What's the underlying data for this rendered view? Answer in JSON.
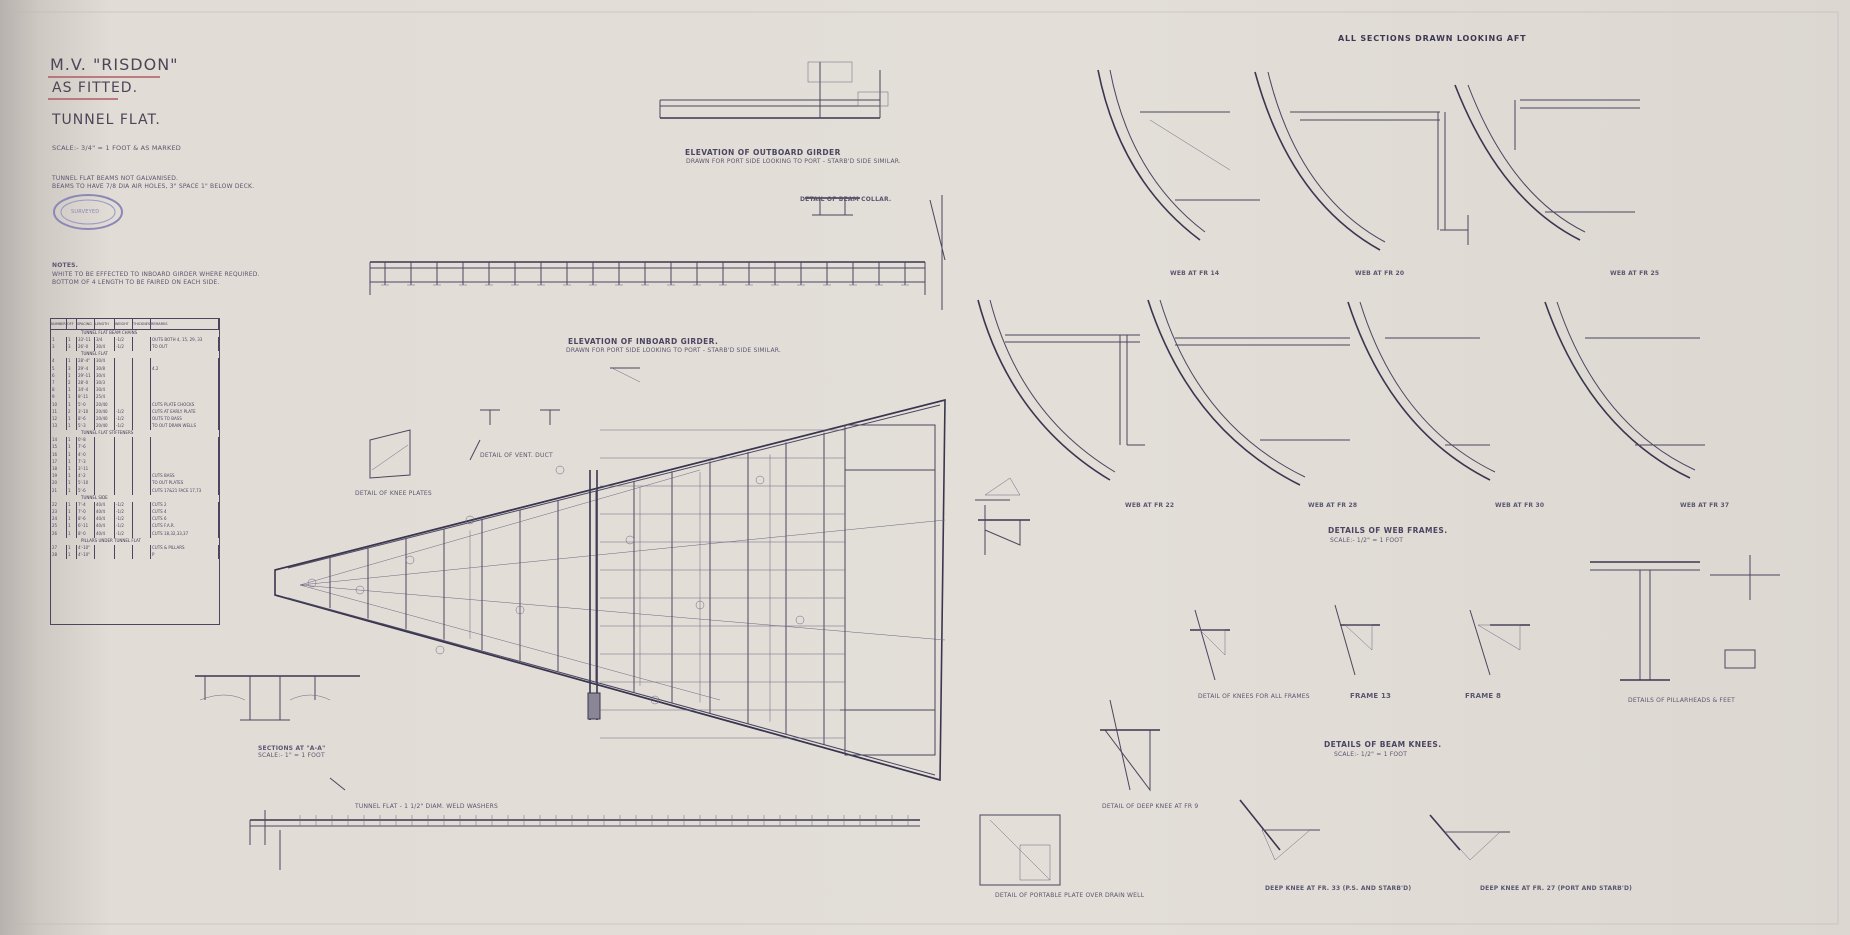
{
  "title_block": {
    "vessel": "M.V. \"RISDON\"",
    "status": "AS FITTED.",
    "drawing": "TUNNEL FLAT.",
    "scale": "SCALE:- 3/4\" = 1 FOOT & AS MARKED",
    "note_line1": "TUNNEL FLAT BEAMS NOT GALVANISED.",
    "note_line2": "BEAMS TO HAVE 7/8 DIA AIR HOLES, 3\" SPACE 1\" BELOW DECK.",
    "notes_header": "NOTES.",
    "notes_line1": "WHITE TO BE EFFECTED TO INBOARD GIRDER WHERE REQUIRED.",
    "notes_line2": "BOTTOM OF 4 LENGTH TO BE FAIRED ON EACH SIDE."
  },
  "headings": {
    "sections": "ALL SECTIONS DRAWN LOOKING AFT",
    "outboard_girder": "ELEVATION OF OUTBOARD GIRDER",
    "outboard_girder_sub": "DRAWN FOR PORT SIDE LOOKING TO PORT - STARB'D SIDE SIMILAR.",
    "beam_collar": "DETAIL OF BEAM COLLAR.",
    "inboard_girder": "ELEVATION OF INBOARD GIRDER.",
    "inboard_girder_sub": "DRAWN FOR PORT SIDE LOOKING TO PORT - STARB'D SIDE SIMILAR.",
    "web_frames": "DETAILS OF WEB FRAMES.",
    "web_frames_scale": "SCALE:- 1/2\" = 1 FOOT",
    "beam_knees": "DETAILS OF BEAM KNEES.",
    "beam_knees_scale": "SCALE:- 1/2\" = 1 FOOT",
    "section_aa": "SECTIONS AT \"A-A\"",
    "section_aa_scale": "SCALE:- 1\" = 1 FOOT",
    "tunnel_plan": "TUNNEL FLAT - 1 1/2\" DIAM. WELD WASHERS",
    "deep_knee_33": "DEEP KNEE AT FR. 33 (P.S. AND STARB'D)",
    "deep_knee_27": "DEEP KNEE AT FR. 27 (PORT AND STARB'D)",
    "frame_13": "FRAME 13",
    "frame_8": "FRAME 8",
    "knees_all_frames": "DETAIL OF KNEES FOR ALL FRAMES",
    "pillar_heads": "DETAILS OF PILLARHEADS & FEET",
    "portable_plate": "DETAIL OF PORTABLE PLATE OVER DRAIN WELL",
    "deep_knee_9": "DETAIL OF DEEP KNEE AT FR 9",
    "knee_ends": "DETAIL OF KNEE PLATES",
    "ventilation": "DETAIL OF VENT. DUCT"
  },
  "web_labels": {
    "w1": "WEB AT FR 14",
    "w2": "WEB AT FR 20",
    "w3": "WEB AT FR 25",
    "w4": "WEB AT FR 22",
    "w5": "WEB AT FR 28",
    "w6": "WEB AT FR 30",
    "w7": "WEB AT FR 37"
  },
  "table": {
    "headers": [
      "NUMBER",
      "OFF",
      "SPACING",
      "LENGTH",
      "WEIGHT",
      "THICKNESS",
      "REMARKS"
    ],
    "sections": [
      {
        "label": "TUNNEL FLAT BEAM CHAINS",
        "rows": [
          [
            "1",
            "1",
            "33'-11",
            "3/4",
            "-1/2",
            "OUTS BOTH 4, 15, 29, 33"
          ],
          [
            "3",
            "3",
            "26'-0",
            "30/4",
            "-1/2",
            "TO OUT"
          ]
        ]
      },
      {
        "label": "TUNNEL FLAT",
        "rows": [
          [
            "4",
            "1",
            "28'-4\"",
            "30/4",
            "",
            ""
          ],
          [
            "5",
            "3",
            "29'-4",
            "30/8",
            "",
            "4.2"
          ],
          [
            "6",
            "1",
            "29'-11",
            "30/4",
            "",
            ""
          ],
          [
            "7",
            "2",
            "28'-0",
            "30/3",
            "",
            ""
          ],
          [
            "8",
            "1",
            "34'-4",
            "30/4",
            "",
            ""
          ],
          [
            "9",
            "1",
            "8'-11",
            "25/4",
            "",
            ""
          ],
          [
            "10",
            "1",
            "5'-0",
            "20/40",
            "",
            "CUTS PLATE CHOCKS"
          ],
          [
            "11",
            "2",
            "3'-10",
            "20/40",
            "-1/2",
            "CUTS AT EARLY PLATE"
          ],
          [
            "12",
            "1",
            "8'-6",
            "20/40",
            "-1/2",
            "OUTS TO BASS"
          ],
          [
            "13",
            "1",
            "5'-3",
            "20/40",
            "-1/2",
            "TO OUT DRAIN WELLS"
          ]
        ]
      },
      {
        "label": "TUNNEL FLAT STIFFENERS",
        "rows": [
          [
            "14",
            "1",
            "0'-8",
            "",
            "",
            ""
          ],
          [
            "15",
            "1",
            "7'-6",
            "",
            "",
            ""
          ],
          [
            "16",
            "1",
            "4'-0",
            "",
            "",
            ""
          ],
          [
            "17",
            "1",
            "7'-3",
            "",
            "",
            ""
          ],
          [
            "18",
            "1",
            "3'-11",
            "",
            "",
            ""
          ],
          [
            "19",
            "1",
            "4'-2",
            "",
            "",
            "CUTS BASS"
          ],
          [
            "20",
            "1",
            "5'-10",
            "",
            "",
            "TO OUT PLATES"
          ],
          [
            "21",
            "1",
            "5'-6",
            "",
            "",
            "CUTS 17&21 FACE 17,73"
          ]
        ]
      },
      {
        "label": "TUNNEL SIDE",
        "rows": [
          [
            "22",
            "1",
            "7'-4",
            "40/4",
            "-1/2",
            "CUTS 2"
          ],
          [
            "23",
            "1",
            "7'-0",
            "40/4",
            "-1/2",
            "CUTS 4"
          ],
          [
            "24",
            "1",
            "8'-6",
            "40/4",
            "-1/2",
            "CUTS 6"
          ],
          [
            "25",
            "1",
            "6'-11",
            "40/4",
            "-1/2",
            "CUTS F.A.R."
          ],
          [
            "26",
            "1",
            "8'-0",
            "40/4",
            "-1/2",
            "CUTS 18,32,33,37"
          ]
        ]
      },
      {
        "label": "PILLARS UNDER TUNNEL FLAT",
        "rows": [
          [
            "27",
            "1",
            "4'-10\"",
            "",
            "",
            "CUTS & PILLARS"
          ],
          [
            "28",
            "1",
            "4'-10\"",
            "",
            "",
            "P"
          ]
        ]
      }
    ]
  },
  "stamp_text": "SURVEYED"
}
